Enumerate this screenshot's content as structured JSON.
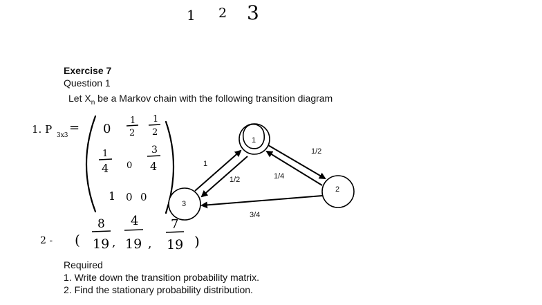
{
  "top_scribble": [
    "1",
    "2",
    "3"
  ],
  "exercise": {
    "title": "Exercise 7",
    "question": "Question 1",
    "intro": "Let X",
    "intro_sub": "n",
    "intro_rest": " be a Markov chain with the following transition diagram"
  },
  "handwritten": {
    "item1_label": "1. P",
    "item1_sub": "3x3",
    "item1_eq": "=",
    "matrix": [
      [
        {
          "n": "0"
        },
        {
          "n": "1",
          "d": "2"
        },
        {
          "n": "1",
          "d": "2"
        }
      ],
      [
        {
          "n": "1",
          "d": "4"
        },
        {
          "n": "0"
        },
        {
          "n": "3",
          "d": "4"
        }
      ],
      [
        {
          "n": "1"
        },
        {
          "n": "0"
        },
        {
          "n": "0"
        }
      ]
    ],
    "item2_label": "2 -",
    "stationary": [
      {
        "n": "8",
        "d": "19"
      },
      {
        "n": "4",
        "d": "19"
      },
      {
        "n": "7",
        "d": "19"
      }
    ]
  },
  "diagram": {
    "nodes": [
      "1",
      "2",
      "3"
    ],
    "edge_labels": {
      "one_to_two": "1/2",
      "two_to_one": "1/4",
      "three_to_one": "1",
      "one_to_three": "1/2",
      "two_to_three": "3/4"
    }
  },
  "required": {
    "heading": "Required",
    "items": [
      "1. Write down the transition probability matrix.",
      "2. Find the stationary probability distribution."
    ]
  }
}
